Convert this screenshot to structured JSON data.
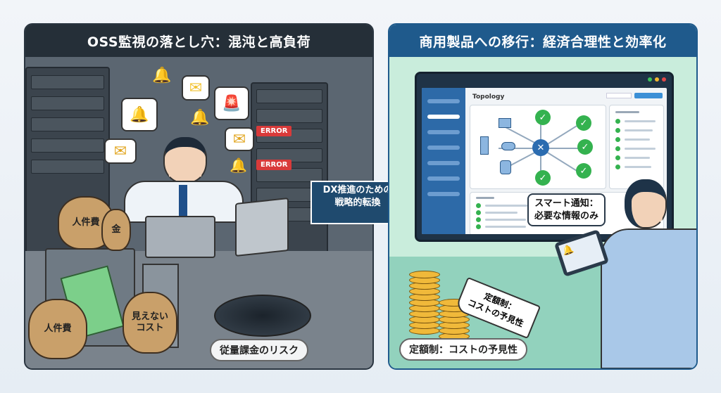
{
  "left_panel": {
    "title": "OSS監視の落とし穴：混沌と高負荷",
    "error_labels": [
      "ERROR",
      "ERROR"
    ],
    "money_bags": [
      "人件費",
      "金",
      "人件費",
      "見えない\nコスト"
    ],
    "risk_label": "従量課金のリスク",
    "icons": [
      "bell-icon",
      "envelope-icon",
      "siren-icon"
    ]
  },
  "arrow": {
    "label_line1": "DX推進のための",
    "label_line2": "戦略的転換"
  },
  "right_panel": {
    "title": "商用製品への移行：経済合理性と効率化",
    "dashboard_title": "Topology",
    "smart_alert_line1": "スマート通知：",
    "smart_alert_line2": "必要な情報のみ",
    "tag_line1": "定額制：",
    "tag_line2": "コストの予見性",
    "fixed_price_label": "定額制：コストの予見性"
  },
  "colors": {
    "left_header": "#252f38",
    "right_header": "#1f5a8c",
    "ok_green": "#34b24f",
    "error_red": "#d93a3a"
  }
}
